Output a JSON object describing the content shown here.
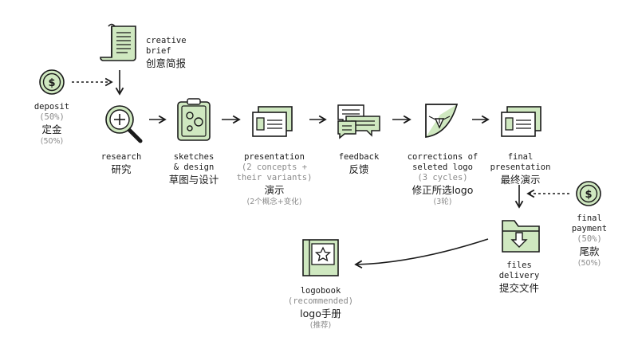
{
  "colors": {
    "accent": "#cfe8c0",
    "stroke": "#1a1a1a",
    "muted": "#8a8a8a"
  },
  "nodes": {
    "brief": {
      "icon": "document-scroll-icon",
      "en": "creative\nbrief",
      "zh": "创意简报"
    },
    "deposit": {
      "icon": "dollar-coin-icon",
      "en": "deposit",
      "sub": "(50%)",
      "zh": "定金",
      "zh_sub": "(50%)"
    },
    "research": {
      "icon": "magnifier-icon",
      "en": "research",
      "zh": "研究"
    },
    "sketches": {
      "icon": "clipboard-sketch-icon",
      "en": "sketches\n& design",
      "zh": "草图与设计"
    },
    "presentation": {
      "icon": "slides-icon",
      "en": "presentation",
      "sub": "(2 concepts +\ntheir variants)",
      "zh": "演示",
      "zh_sub": "(2个概念+变化)"
    },
    "feedback": {
      "icon": "chat-bubbles-icon",
      "en": "feedback",
      "zh": "反馈"
    },
    "corrections": {
      "icon": "pen-nib-icon",
      "en": "corrections of\nseleted logo",
      "sub": "(3 cycles)",
      "zh": "修正所选logo",
      "zh_sub": "(3轮)"
    },
    "final_presentation": {
      "icon": "slides-icon",
      "en": "final\npresentation",
      "zh": "最终演示"
    },
    "final_payment": {
      "icon": "dollar-coin-icon",
      "en": "final\npayment",
      "sub": "(50%)",
      "zh": "尾款",
      "zh_sub": "(50%)"
    },
    "files": {
      "icon": "folder-download-icon",
      "en": "files\ndelivery",
      "zh": "提交文件"
    },
    "logobook": {
      "icon": "book-star-icon",
      "en": "logobook",
      "sub": "(recommended)",
      "zh": "logo手册",
      "zh_sub": "(推荐)"
    }
  }
}
